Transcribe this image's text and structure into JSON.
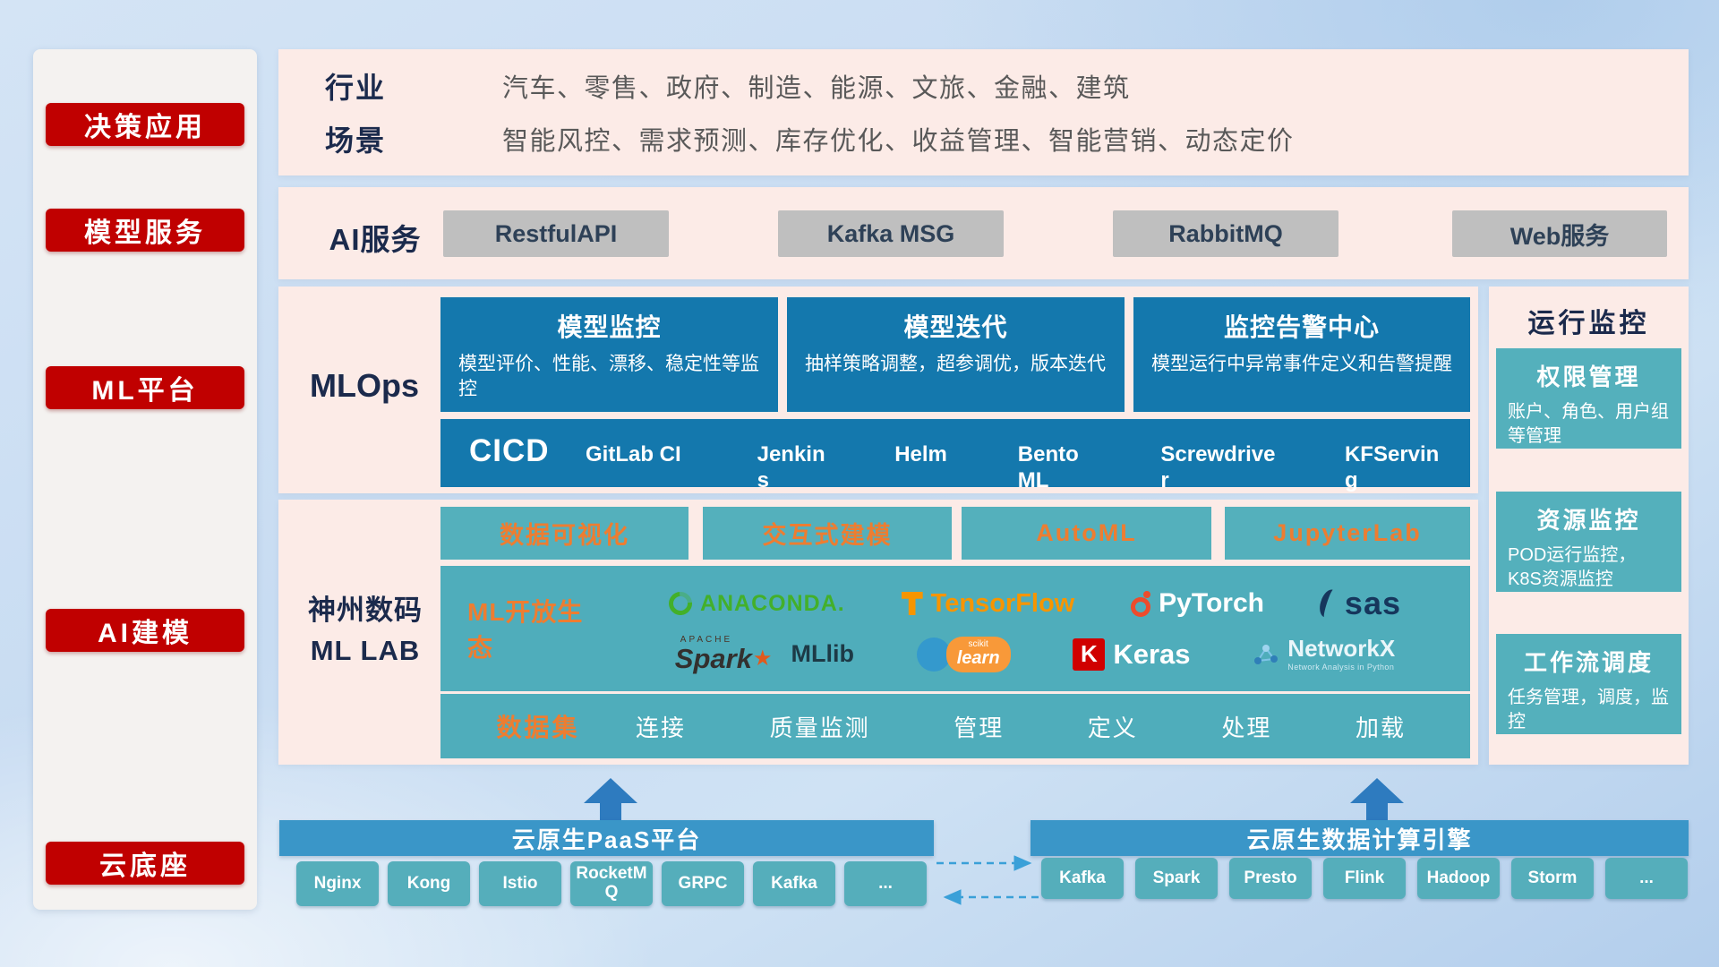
{
  "sidebar": {
    "items": [
      {
        "label": "决策应用"
      },
      {
        "label": "模型服务"
      },
      {
        "label": "ML平台"
      },
      {
        "label": "AI建模"
      },
      {
        "label": "云底座"
      }
    ]
  },
  "industry": {
    "rows": [
      {
        "label": "行业",
        "text": "汽车、零售、政府、制造、能源、文旅、金融、建筑"
      },
      {
        "label": "场景",
        "text": "智能风控、需求预测、库存优化、收益管理、智能营销、动态定价"
      }
    ]
  },
  "ai_service": {
    "label": "AI服务",
    "items": [
      {
        "label": "RestfulAPI"
      },
      {
        "label": "Kafka MSG"
      },
      {
        "label": "RabbitMQ"
      },
      {
        "label": "Web服务"
      }
    ]
  },
  "mlops": {
    "label": "MLOps",
    "cards": [
      {
        "title": "模型监控",
        "desc": "模型评价、性能、漂移、稳定性等监控"
      },
      {
        "title": "模型迭代",
        "desc": "抽样策略调整，超参调优，版本迭代"
      },
      {
        "title": "监控告警中心",
        "desc": "模型运行中异常事件定义和告警提醒"
      }
    ],
    "cicd": {
      "label": "CICD",
      "items": [
        {
          "label": "GitLab CI"
        },
        {
          "label": "Jenkins"
        },
        {
          "label": "Helm"
        },
        {
          "label": "BentoML"
        },
        {
          "label": "Screwdriver"
        },
        {
          "label": "KFServing"
        }
      ]
    }
  },
  "mllab": {
    "label_line1": "神州数码",
    "label_line2": "ML LAB",
    "top_items": [
      {
        "label": "数据可视化"
      },
      {
        "label": "交互式建模"
      },
      {
        "label": "AutoML"
      },
      {
        "label": "JupyterLab"
      }
    ],
    "ecosystem": {
      "label": "ML开放生态",
      "logos": {
        "anaconda": "ANACONDA.",
        "tensorflow": "TensorFlow",
        "pytorch": "PyTorch",
        "sas": "sas",
        "spark_small": "APACHE",
        "spark": "Spark",
        "mllib": "MLlib",
        "scikit_small": "scikit",
        "scikit": "learn",
        "keras_letter": "K",
        "keras": "Keras",
        "networkx": "NetworkX",
        "networkx_sub": "Network Analysis in Python"
      }
    },
    "dataset": {
      "label": "数据集",
      "items": [
        {
          "label": "连接"
        },
        {
          "label": "质量监测"
        },
        {
          "label": "管理"
        },
        {
          "label": "定义"
        },
        {
          "label": "处理"
        },
        {
          "label": "加载"
        }
      ]
    }
  },
  "monitor": {
    "title": "运行监控",
    "cards": [
      {
        "title": "权限管理",
        "desc": "账户、角色、用户组等管理"
      },
      {
        "title": "资源监控",
        "desc": "POD运行监控，K8S资源监控"
      },
      {
        "title": "工作流调度",
        "desc": "任务管理，调度，监控"
      }
    ]
  },
  "bottom": {
    "paas": {
      "title": "云原生PaaS平台",
      "items": [
        {
          "label": "Nginx"
        },
        {
          "label": "Kong"
        },
        {
          "label": "Istio"
        },
        {
          "label": "RocketMQ"
        },
        {
          "label": "GRPC"
        },
        {
          "label": "Kafka"
        },
        {
          "label": "..."
        }
      ]
    },
    "engine": {
      "title": "云原生数据计算引擎",
      "items": [
        {
          "label": "Kafka"
        },
        {
          "label": "Spark"
        },
        {
          "label": "Presto"
        },
        {
          "label": "Flink"
        },
        {
          "label": "Hadoop"
        },
        {
          "label": "Storm"
        },
        {
          "label": "..."
        }
      ]
    }
  },
  "colors": {
    "accent_red": "#c00000",
    "panel_pink": "#fcebe7",
    "card_blue": "#1478ad",
    "card_teal": "#4fadbb",
    "accent_orange": "#ed7d31",
    "bar_blue": "#3a96c8",
    "arrow_blue": "#2e7bbf"
  }
}
